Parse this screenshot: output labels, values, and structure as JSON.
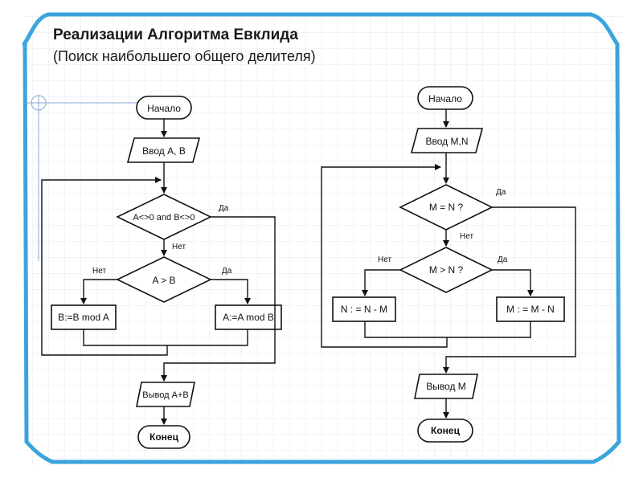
{
  "slide": {
    "title": "Реализации Алгоритма Евклида",
    "subtitle": "(Поиск наибольшего общего делителя)"
  },
  "left_flowchart": {
    "start": "Начало",
    "input": "Ввод А, В",
    "condition_loop": "A<>0 and B<>0",
    "condition_compare": "A > B",
    "branch_no_action": "B:=B mod A",
    "branch_yes_action": "A:=A mod B",
    "output": "Вывод А+В",
    "end": "Конец",
    "label_yes_loop": "Да",
    "label_no_loop": "Нет",
    "label_no_compare": "Нет",
    "label_yes_compare": "Да"
  },
  "right_flowchart": {
    "start": "Начало",
    "input": "Ввод M,N",
    "condition_equal": "M = N ?",
    "condition_greater": "M > N ?",
    "branch_no_action": "N : = N - M",
    "branch_yes_action": "M : = M - N",
    "output": "Вывод М",
    "end": "Конец",
    "label_yes_equal": "Да",
    "label_no_equal": "Нет",
    "label_no_greater": "Нет",
    "label_yes_greater": "Да"
  },
  "colors": {
    "frame": "#3aa4dc",
    "grid": "#e3ebf3",
    "line": "#111111",
    "shape_fill": "#ffffff"
  }
}
